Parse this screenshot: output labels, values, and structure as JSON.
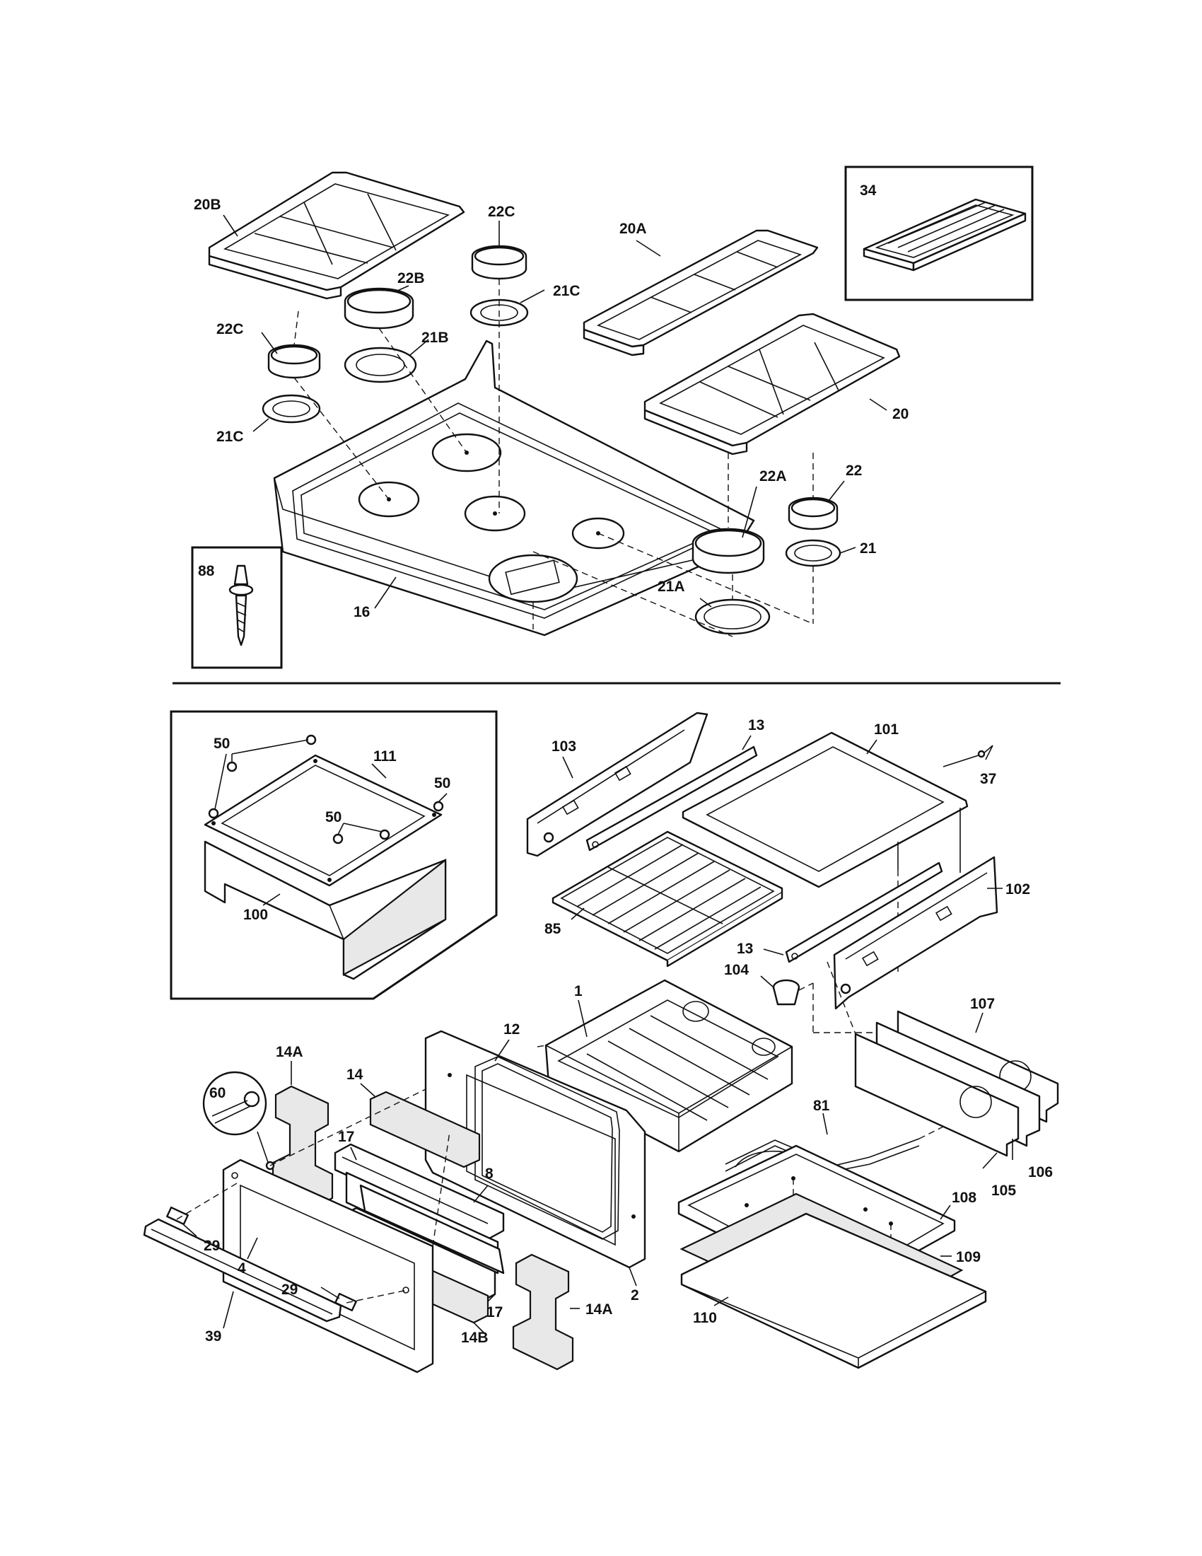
{
  "parts": {
    "grate_left": "20B",
    "burner_cap_small_top": "22C",
    "burner_cap_medium": "22B",
    "burner_ring_small_top": "21C",
    "grate_center": "20A",
    "burner_cap_small_left": "22C",
    "burner_ring_medium": "21B",
    "burner_ring_small_left": "21C",
    "griddle": "34",
    "grate_right": "20",
    "burner_cap_oval": "22A",
    "burner_cap_right": "22",
    "burner_ring_right": "21",
    "burner_ring_oval": "21A",
    "cooktop": "16",
    "screw": "88",
    "screw_inset_a": "50",
    "screw_inset_b": "50",
    "screw_inset_c": "50",
    "inset_top_panel": "111",
    "inset_frame": "100",
    "side_panel_left": "103",
    "rack_slide_upper": "13",
    "top_panel": "101",
    "wire_probe": "37",
    "rack": "85",
    "rack_slide_lower": "13",
    "side_panel_right": "102",
    "oven_cavity": "1",
    "oven_light": "104",
    "back_panel": "107",
    "door_gasket": "12",
    "door_insulation_left": "14A",
    "door_insulation_top": "14",
    "door_liner": "2",
    "door_glass_frame": "17",
    "door_glass": "8",
    "door_screw": "60",
    "bake_element": "81",
    "rear_panel_b": "106",
    "rear_panel_a": "105",
    "handle_endcap_top": "29",
    "outer_door": "4",
    "bottom_panel": "108",
    "handle_endcap_bottom": "29",
    "door_glass_frame_lower": "17",
    "door_insulation_right": "14A",
    "insulation_pad": "109",
    "door_handle": "39",
    "door_insulation_bottom": "14B",
    "bottom_cover": "110"
  }
}
